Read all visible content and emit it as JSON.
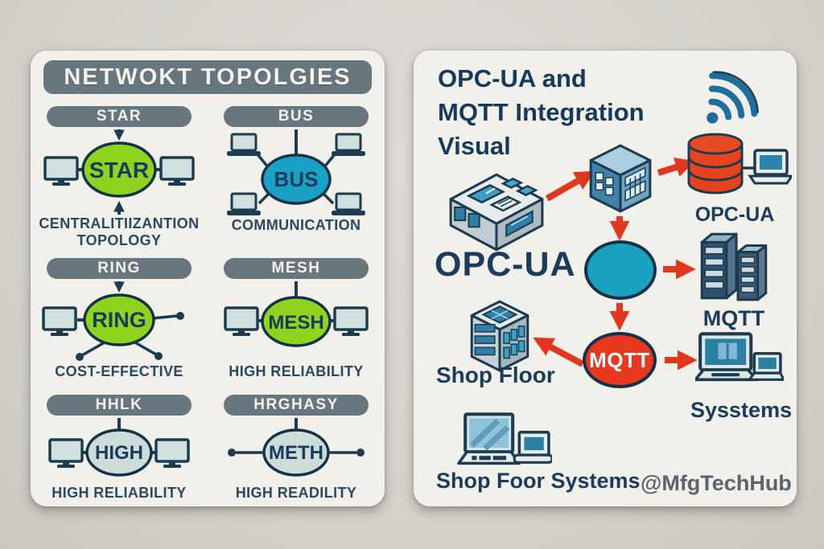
{
  "left_panel": {
    "title": "NETWOKT TOPOLGIES",
    "cells": [
      {
        "header": "STAR",
        "label": "STAR",
        "caption": "CENTRALITIIZANTION TOPOLOGY"
      },
      {
        "header": "BUS",
        "label": "BUS",
        "caption": "COMMUNICATION"
      },
      {
        "header": "RING",
        "label": "RING",
        "caption": "COST-EFFECTIVE"
      },
      {
        "header": "MESH",
        "label": "MESH",
        "caption": "HIGH RELIABILITY"
      },
      {
        "header": "HHLK",
        "label": "HIGH",
        "caption": "HIGH RELIABILITY"
      },
      {
        "header": "HRGHASY",
        "label": "METH",
        "caption": "HIGH READILITY"
      }
    ]
  },
  "right_panel": {
    "title_lines": [
      "OPC-UA and",
      "MQTT Integration",
      "Visual"
    ],
    "flow": {
      "opcua_db_label": "OPC-UA",
      "opcua_big_label": "OPC-UA",
      "mqtt_servers_label": "MQTT",
      "mqtt_broker_label": "MQTT",
      "shop_floor_label": "Shop Floor",
      "systems_label": "Sysstems",
      "shop_floor_systems_label": "Shop Foor Systems"
    },
    "watermark": "@MfgTechHub"
  },
  "colors": {
    "background": "#d6d3cd",
    "card": "#f1f0ea",
    "header_gray": "#68767e",
    "navy": "#1d3c55",
    "green": "#8ed31e",
    "cyan": "#19a1c6",
    "teal": "#18a2c0",
    "red": "#e8391f",
    "pale": "#cfdfdc"
  }
}
